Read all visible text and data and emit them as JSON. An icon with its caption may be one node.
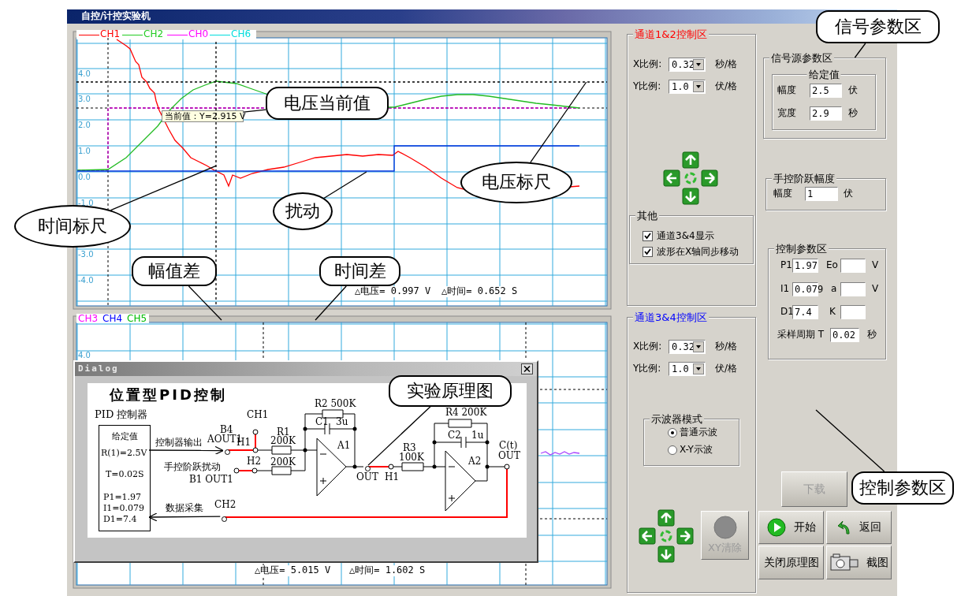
{
  "diagram": {
    "title": "自控/计控实验机",
    "nodes": [
      {
        "text": [
          "电压当前值"
        ]
      },
      {
        "text": [
          "电压标尺"
        ]
      },
      {
        "text": [
          "时间标尺"
        ]
      },
      {
        "text": [
          "扰动"
        ]
      },
      {
        "text": [
          "幅值差"
        ]
      },
      {
        "text": [
          "时间差"
        ]
      },
      {
        "text": [
          "Dialog"
        ]
      },
      {
        "text": [
          "PID 控制器",
          "给定值",
          "R(1)=2.5V",
          "T=0.02S",
          "P1=1.97",
          "I1=0.079",
          "D1=7.4"
        ],
        "in": 6
      },
      {
        "text": [
          "实验原理图"
        ],
        "in": 6
      },
      {
        "text": [
          "信号参数区"
        ]
      },
      {
        "text": [
          "通道1&2控制区"
        ]
      },
      {
        "text": [
          "其他"
        ],
        "in": 10
      },
      {
        "text": [
          "信号源参数区"
        ]
      },
      {
        "text": [
          "给定值"
        ],
        "in": 12
      },
      {
        "text": [
          "手控阶跃幅度"
        ]
      },
      {
        "text": [
          "控制参数区"
        ]
      },
      {
        "text": [
          "通道3&4控制区"
        ]
      },
      {
        "text": [
          "示波器模式"
        ],
        "in": 16
      },
      {
        "text": [
          "控制参数区"
        ]
      },
      {
        "text": [],
        "shape": "circle",
        "in": 6
      },
      {
        "text": [],
        "shape": "circle",
        "in": 6
      },
      {
        "text": [
          "当前值：Y=2.915 V"
        ]
      },
      {
        "text": [],
        "shape": "line"
      },
      {
        "text": [],
        "shape": "line"
      },
      {
        "text": [],
        "shape": "line"
      },
      {
        "text": [],
        "shape": "circle",
        "in": 6
      }
    ],
    "edges": [
      {
        "from": 9,
        "to": 12,
        "arrow": "none"
      },
      {
        "from": 0,
        "to": 21,
        "arrow": "none"
      },
      {
        "from": 1,
        "to": 22,
        "arrow": "none"
      },
      {
        "from": 2,
        "to": 23,
        "arrow": "none"
      },
      {
        "from": 3,
        "to": 24,
        "arrow": "none"
      },
      {
        "from": 4,
        "to": null,
        "arrow": "none"
      },
      {
        "from": 5,
        "to": null,
        "arrow": "none"
      },
      {
        "from": 8,
        "to": 25,
        "arrow": "none"
      },
      {
        "from": 18,
        "to": null,
        "arrow": "none"
      },
      {
        "from": 7,
        "to": 19,
        "arrow": "to"
      },
      {
        "from": 20,
        "to": 7,
        "arrow": "to"
      }
    ],
    "labels": [
      "4.0",
      "3.0",
      "2.0",
      "1.0",
      "0.0",
      "-1.0",
      "-3.0",
      "-4.0",
      "△电压= 0.997 V",
      "△时间= 0.652 S",
      "CH3",
      "CH4",
      "CH5",
      "4.0",
      "△电压= 5.015 V",
      "△时间= 1.602 S",
      "位置型PID控制",
      "控制器输出",
      "B4",
      "AOUT1",
      "CH1",
      "H1",
      "R1",
      "200K",
      "手控阶跃扰动",
      "B1 OUT1",
      "H2",
      "200K",
      "R2 500K",
      "C1",
      "3u",
      "A1",
      "OUT",
      "H1",
      "R3",
      "100K",
      "R4 200K",
      "C2",
      "1u",
      "A2",
      "C(t)",
      "OUT",
      "数据采集",
      "CH2",
      "X比例:",
      "0.32",
      "秒/格",
      "Y比例:",
      "1.0",
      "伏/格",
      "通道3&4显示",
      "波形在X轴同步移动",
      "幅度",
      "2.5",
      "伏",
      "宽度",
      "2.9",
      "秒",
      "幅度",
      "1",
      "伏",
      "P1",
      "1.97",
      "Eo",
      "V",
      "I1",
      "0.079",
      "a",
      "V",
      "D1",
      "7.4",
      "K",
      "采样周期 T",
      "0.02",
      "秒",
      "X比例:",
      "0.32",
      "秒/格",
      "Y比例:",
      "1.0",
      "伏/格",
      "普通示波",
      "X-Y示波",
      "XY清除",
      "下载",
      "开始",
      "返回",
      "关闭原理图",
      "截图"
    ],
    "legend": [
      {
        "text": "CH1"
      },
      {
        "text": "CH2"
      },
      {
        "text": "CH0"
      },
      {
        "text": "CH6"
      }
    ]
  }
}
